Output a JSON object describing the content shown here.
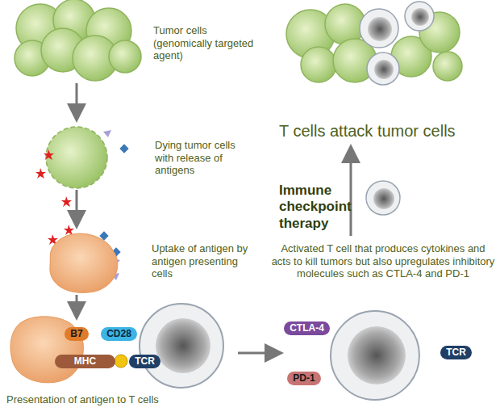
{
  "diagram": {
    "nodes": [
      {
        "text": [
          "B7"
        ]
      },
      {
        "text": [
          "CD28"
        ]
      },
      {
        "text": [
          "MHC"
        ]
      },
      {
        "text": [
          "TCR"
        ]
      },
      {
        "text": [
          "CTLA-4"
        ]
      },
      {
        "text": [
          "PD-1"
        ]
      },
      {
        "text": [
          "TCR"
        ]
      }
    ],
    "labels": [
      "Tumor cells (genomically targeted agent)",
      "Dying tumor cells with release of antigens",
      "Uptake of antigen by antigen presenting cells",
      "Presentation of antigen to T cells",
      "T cells attack tumor cells",
      "Immune checkpoint therapy",
      "Activated T cell that produces cytokines and acts to kill tumors but also upregulates inhibitory molecules such as CTLA-4 and PD-1"
    ]
  }
}
